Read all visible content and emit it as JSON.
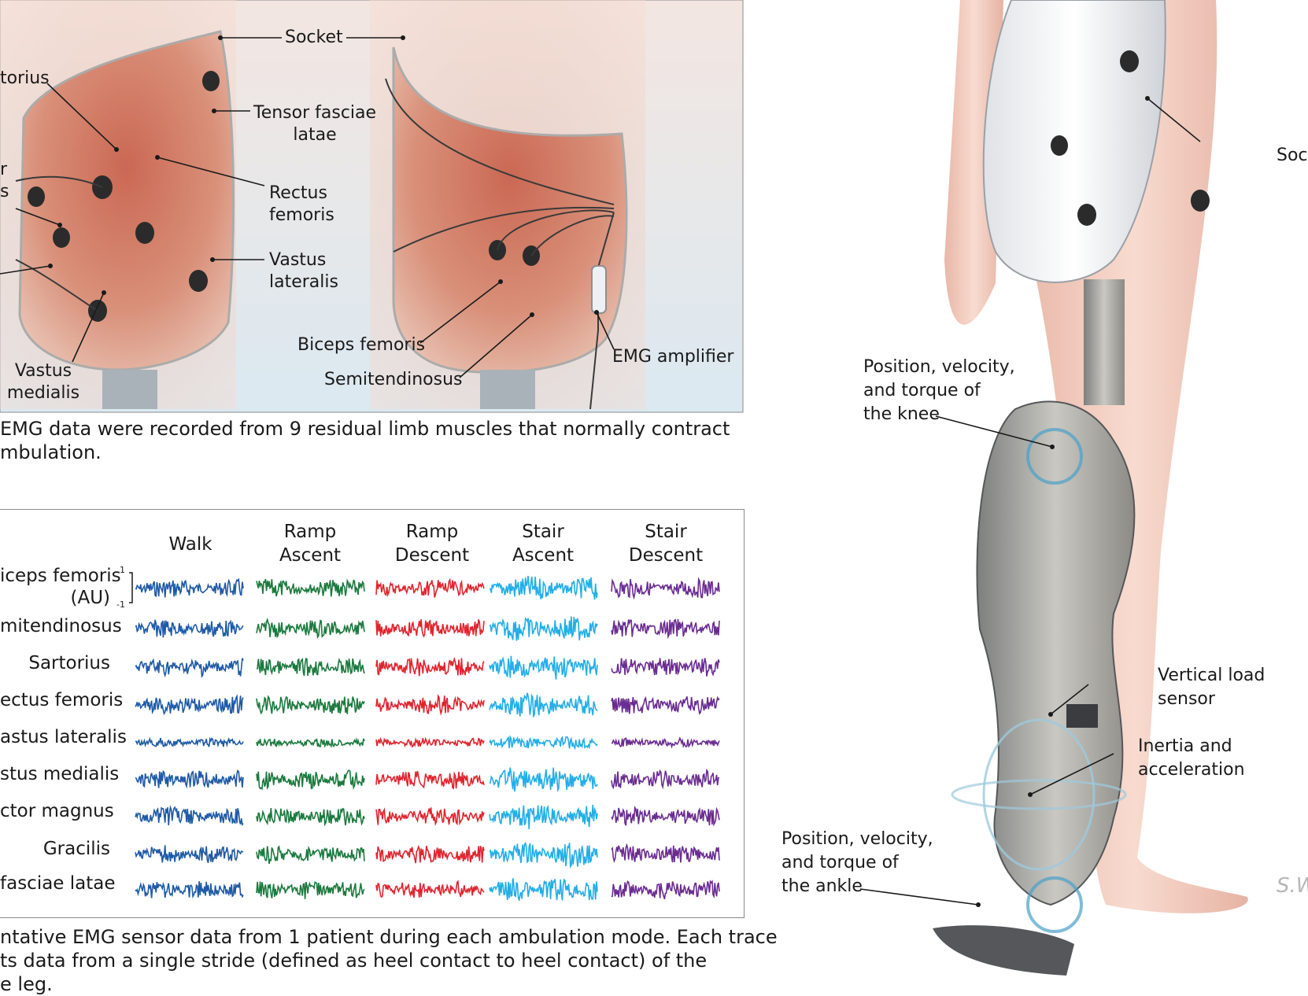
{
  "panelA": {
    "labels": {
      "socket_front": "Socket",
      "sartorius": "torius",
      "tensor": "Tensor fasciae\nlatae",
      "adductor_partial": "r\ns",
      "rectus": "Rectus\nfemoris",
      "vastus_lat": "Vastus\nlateralis",
      "vastus_med": "Vastus\nmedialis",
      "biceps": "Biceps femoris",
      "semitendinosus": "Semitendinosus",
      "emg_amp": "EMG amplifier"
    },
    "caption": "EMG data were recorded from 9 residual limb muscles that normally contract\nmbulation."
  },
  "panelB": {
    "modes": [
      "Walk",
      "Ramp\nAscent",
      "Ramp\nDescent",
      "Stair\nAscent",
      "Stair\nDescent"
    ],
    "muscles": [
      "iceps femoris\n(AU)",
      "mitendinosus",
      "Sartorius",
      "ectus femoris",
      "astus lateralis",
      "stus medialis",
      "ctor magnus",
      "Gracilis",
      "fasciae latae"
    ],
    "scale_top": "1",
    "scale_bottom": "-1",
    "colors": [
      "#1f5aa6",
      "#1b7a3e",
      "#e0242e",
      "#22aee8",
      "#6a2c91"
    ],
    "caption": "ntative EMG sensor data from 1 patient during each ambulation mode. Each trace\nts data from a single stride (defined as heel contact to heel contact) of the\ne leg."
  },
  "panelC": {
    "socket": "Soc",
    "knee": "Position, velocity,\nand torque of\nthe knee",
    "load": "Vertical load\nsensor",
    "inertia": "Inertia and\nacceleration",
    "ankle": "Position, velocity,\nand torque of\nthe ankle",
    "signature": "S.W"
  }
}
